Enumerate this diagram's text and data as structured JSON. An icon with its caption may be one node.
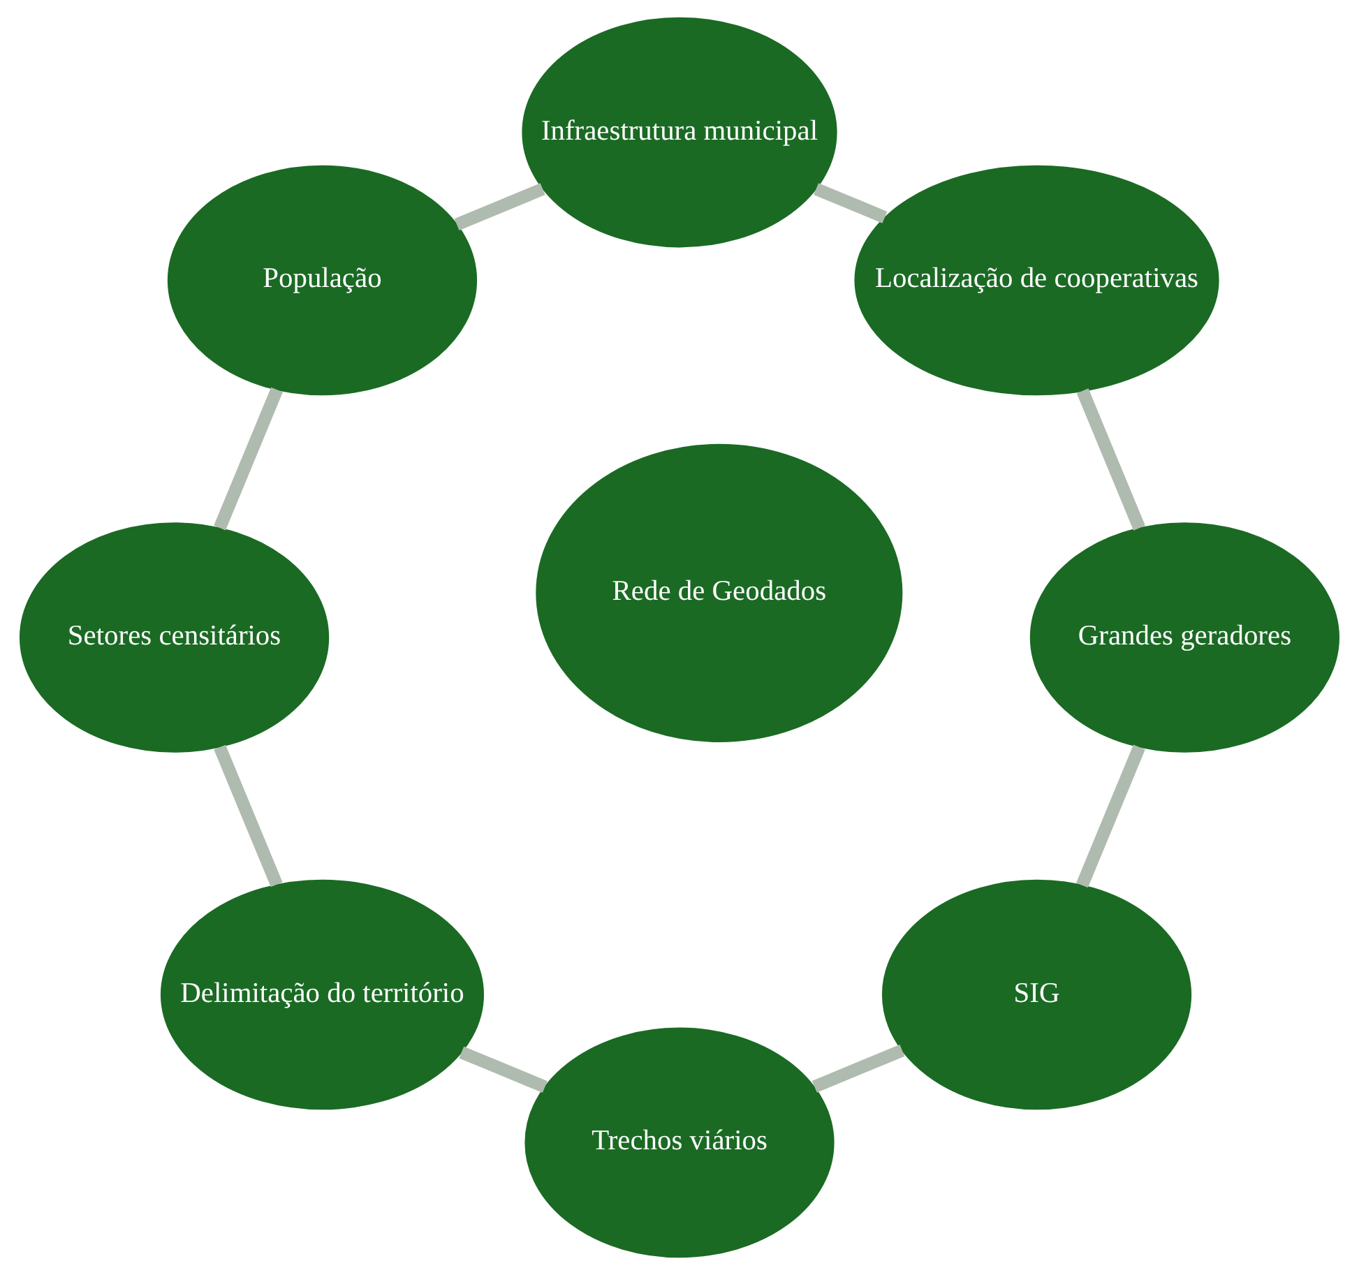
{
  "diagram": {
    "nodes": [
      {
        "text": [
          "SIG"
        ]
      },
      {
        "text": [
          "Trechos viários"
        ]
      },
      {
        "text": [
          "Delimitação do território"
        ]
      },
      {
        "text": [
          "Setores censitários"
        ]
      },
      {
        "text": [
          "População"
        ]
      },
      {
        "text": [
          "Infraestrutura municipal"
        ]
      },
      {
        "text": [
          "Localização de cooperativas"
        ]
      },
      {
        "text": [
          "Grandes geradores"
        ]
      },
      {
        "text": [
          "Rede de Geodados"
        ]
      }
    ],
    "edges": [
      {
        "from": 0,
        "to": 1,
        "arrow": "none"
      },
      {
        "from": 1,
        "to": 2,
        "arrow": "none"
      },
      {
        "from": 2,
        "to": 3,
        "arrow": "none"
      },
      {
        "from": 3,
        "to": 4,
        "arrow": "none"
      },
      {
        "from": 4,
        "to": 5,
        "arrow": "none"
      },
      {
        "from": 5,
        "to": 6,
        "arrow": "none"
      },
      {
        "from": 6,
        "to": 7,
        "arrow": "none"
      },
      {
        "from": 7,
        "to": 0,
        "arrow": "none"
      }
    ]
  }
}
